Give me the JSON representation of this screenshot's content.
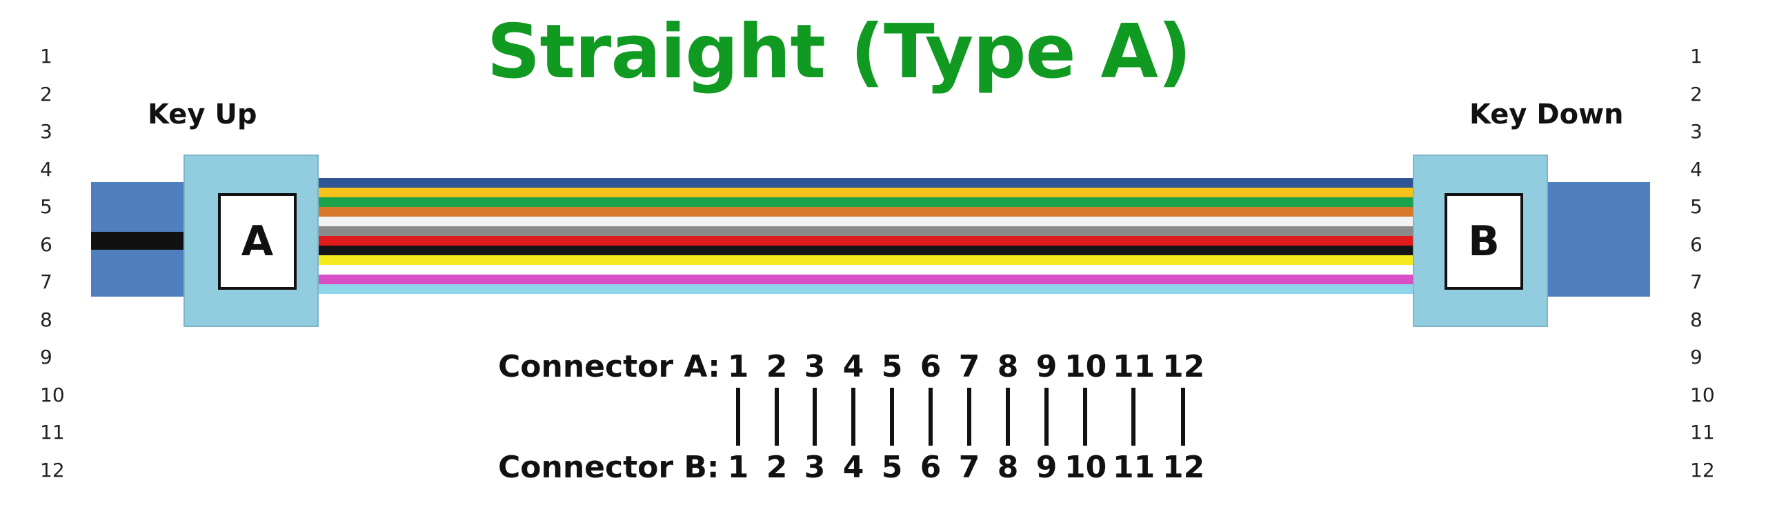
{
  "title": "Straight (Type A)",
  "key_left": "Key Up",
  "key_right": "Key Down",
  "connector_a_label": "A",
  "connector_b_label": "B",
  "row_numbers": [
    "1",
    "2",
    "3",
    "4",
    "5",
    "6",
    "7",
    "8",
    "9",
    "10",
    "11",
    "12"
  ],
  "mapping": {
    "row_a_label": "Connector A:",
    "row_b_label": "Connector B:",
    "pins_a": [
      "1",
      "2",
      "3",
      "4",
      "5",
      "6",
      "7",
      "8",
      "9",
      "10",
      "11",
      "12"
    ],
    "pins_b": [
      "1",
      "2",
      "3",
      "4",
      "5",
      "6",
      "7",
      "8",
      "9",
      "10",
      "11",
      "12"
    ]
  },
  "fiber_colors": [
    "#2f5597",
    "#f7c31a",
    "#1aa34a",
    "#d9782a",
    "#f2f2f2",
    "#8a8a8a",
    "#e01b1b",
    "#151515",
    "#f4ea1e",
    "#ffffff",
    "#d94fc6",
    "#8fd6ea"
  ],
  "colors": {
    "title": "#119a22",
    "boot": "#4f7fbf",
    "housing": "#92cddf"
  }
}
